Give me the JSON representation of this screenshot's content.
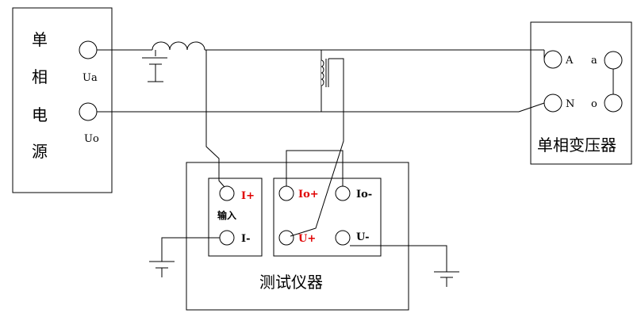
{
  "source": {
    "title_chars": [
      "单",
      "相",
      "电",
      "源"
    ],
    "terminal_ua": "Ua",
    "terminal_uo": "Uo"
  },
  "transformer": {
    "title": "单相变压器",
    "terminal_a_upper": "A",
    "terminal_n": "N",
    "terminal_a_lower": "a",
    "terminal_o": "o"
  },
  "instrument": {
    "title": "测试仪器",
    "input_label": "输入",
    "terminal_i_plus": "I+",
    "terminal_i_minus": "I-",
    "terminal_io_plus": "Io+",
    "terminal_io_minus": "Io-",
    "terminal_u_plus": "U+",
    "terminal_u_minus": "U-"
  },
  "colors": {
    "line": "#000000",
    "highlight_label": "#e00000"
  }
}
